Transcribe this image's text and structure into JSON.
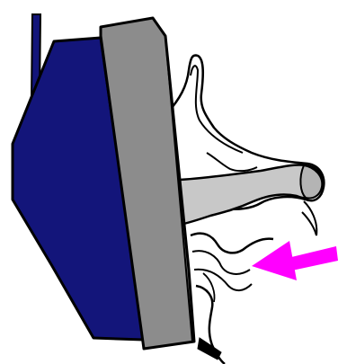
{
  "diagram": {
    "colors": {
      "background": "#ffffff",
      "outline": "#000000",
      "device_back": "#13157a",
      "device_face": "#8c8c8c",
      "tissue_fill": "#c8c8c8",
      "tissue_light": "#ffffff",
      "arrow": "#ff00ff"
    },
    "parts": [
      "device-back-panel",
      "device-front-plate",
      "device-rod",
      "soft-tissue-outline",
      "tube-structure",
      "lower-folds",
      "pointer-arrow"
    ]
  }
}
